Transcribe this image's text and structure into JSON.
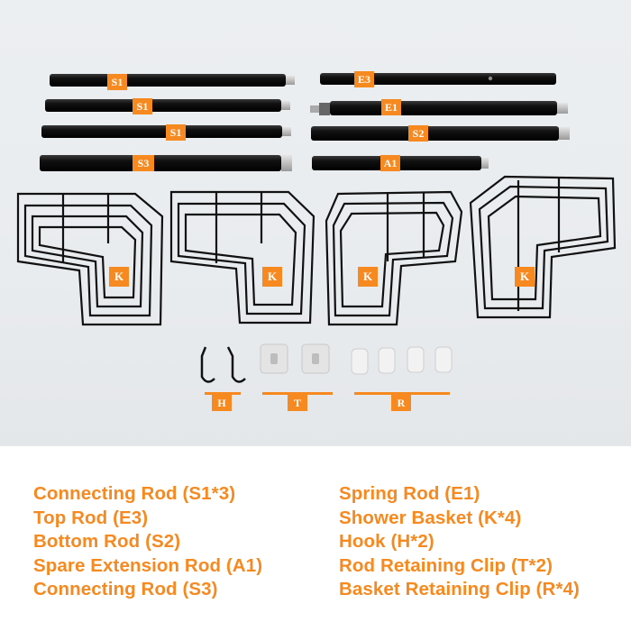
{
  "accent_color": "#f6891f",
  "rod_labels": {
    "r1": "S1",
    "r2": "S1",
    "r3": "S1",
    "r4": "S3",
    "r5": "E3",
    "r6": "E1",
    "r7": "S2",
    "r8": "A1"
  },
  "basket_label": "K",
  "hardware_labels": {
    "hook": "H",
    "clip": "T",
    "retainer": "R"
  },
  "legend": {
    "left": [
      "Connecting Rod (S1*3)",
      "Top Rod (E3)",
      "Bottom Rod (S2)",
      "Spare Extension Rod (A1)",
      "Connecting Rod (S3)"
    ],
    "right": [
      "Spring Rod (E1)",
      "Shower Basket (K*4)",
      "Hook (H*2)",
      "Rod Retaining Clip (T*2)",
      "Basket Retaining Clip (R*4)"
    ]
  }
}
